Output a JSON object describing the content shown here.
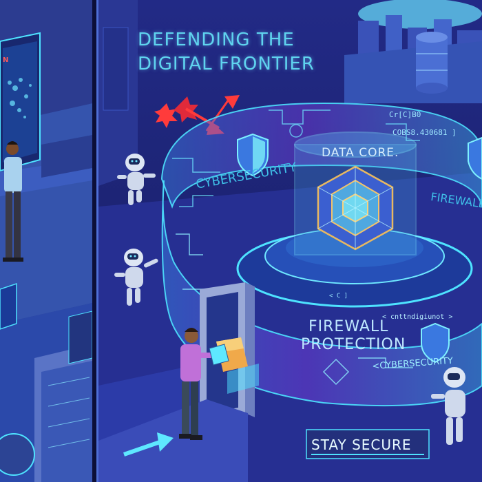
{
  "title": {
    "line1": "DEFENDING THE",
    "line2": "DIGITAL FRONTIER"
  },
  "labels": {
    "data_core": "DATA CORE.",
    "cybersecurity_top": "CYBERSECURITY",
    "firewall_right": "FIREWALL",
    "firewall": "FIREWALL",
    "protection": "PROTECTION",
    "cybersecurity_bottom": "<CYBERSECURITY",
    "stay_secure": "STAY SECURE",
    "map_fragment": "N"
  },
  "code_text": {
    "line1": "Cr[C]B0",
    "line2": "COBS8.430681 ]",
    "line3": "< cnttndigiunot >",
    "line4": "< C  ]"
  },
  "colors": {
    "background": "#1b2170",
    "neon_cyan": "#4ee3ff",
    "title": "#5fd4ef",
    "threat_red": "#ff3b3b",
    "ring_violet": "#7c3fe0"
  }
}
